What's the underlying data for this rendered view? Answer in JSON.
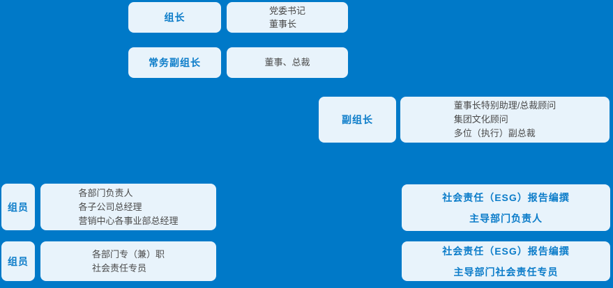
{
  "palette": {
    "background": "#0079C8",
    "box_fill": "#E8F3FB",
    "accent_text": "#0B7CC9",
    "body_text": "#4A4A4A"
  },
  "org_chart": {
    "rows": [
      {
        "label": "组长",
        "details": [
          "党委书记",
          "董事长"
        ]
      },
      {
        "label": "常务副组长",
        "details": [
          "董事、总裁"
        ]
      },
      {
        "label": "副组长",
        "details": [
          "董事长特别助理/总裁顾问",
          "集团文化顾问",
          "多位（执行）副总裁"
        ]
      },
      {
        "label": "组员",
        "details": [
          "各部门负责人",
          "各子公司总经理",
          "营销中心各事业部总经理"
        ],
        "right": [
          "社会责任（ESG）报告编撰",
          "主导部门负责人"
        ]
      },
      {
        "label": "组员",
        "details": [
          "各部门专（兼）职",
          "社会责任专员"
        ],
        "right": [
          "社会责任（ESG）报告编撰",
          "主导部门社会责任专员"
        ]
      }
    ]
  }
}
